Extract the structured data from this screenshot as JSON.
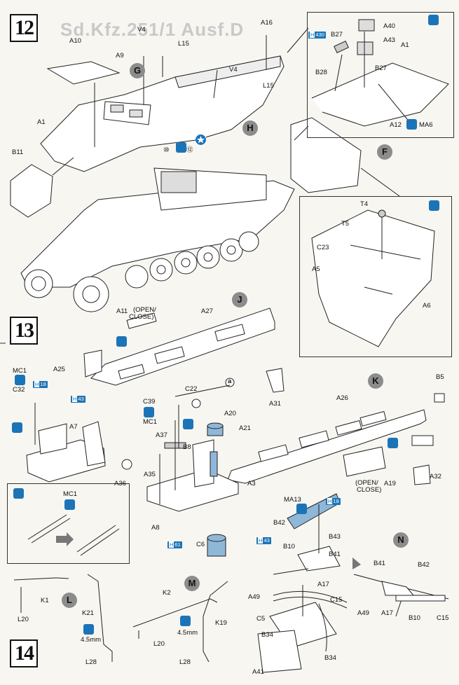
{
  "steps": {
    "s12": "12",
    "s13": "13",
    "s14": "14"
  },
  "header": {
    "watermark_text": "Sd.Kfz.251/1 Ausf.D"
  },
  "colors": {
    "accent_blue": "#1c74b8",
    "circle_grey": "#8c8c8c",
    "panel_bg": "#fbfaf6"
  },
  "callouts": {
    "G": "G",
    "H": "H",
    "F": "F",
    "J": "J",
    "K": "K",
    "L": "L",
    "M": "M",
    "N": "N",
    "a": "a"
  },
  "step12": {
    "labels": {
      "A10": "A10",
      "A9": "A9",
      "V4a": "V4",
      "L15a": "L15",
      "A16": "A16",
      "V4b": "V4",
      "L15b": "L15",
      "A1": "A1",
      "B11": "B11",
      "n10": "⑩",
      "n12": "⑫"
    },
    "inset_top": {
      "labels": {
        "A40": "A40",
        "B27a": "B27",
        "A43": "A43",
        "A1": "A1",
        "B28": "B28",
        "B27b": "B27",
        "A12": "A12",
        "MA6": "MA6"
      },
      "color_code": "430"
    },
    "inset_bottom": {
      "labels": {
        "T4": "T4",
        "T5": "T5",
        "C23": "C23",
        "A5": "A5",
        "A6": "A6"
      }
    }
  },
  "step13": {
    "labels": {
      "A11": "A11",
      "open_close_1": "(OPEN/",
      "open_close_2": "CLOSE)",
      "A27": "A27",
      "MC1a": "MC1",
      "C32": "C32",
      "A25": "A25",
      "A7": "A7",
      "C22": "C22",
      "C39": "C39",
      "MC1b": "MC1",
      "A20": "A20",
      "A21": "A21",
      "A37": "A37",
      "B8": "B8",
      "A31": "A31",
      "A36": "A36",
      "A35": "A35",
      "A3": "A3",
      "A8": "A8",
      "C6": "C6",
      "B5": "B5",
      "A26": "A26",
      "open_close_3": "(OPEN/",
      "open_close_4": "CLOSE)",
      "A19": "A19",
      "A32": "A32",
      "MA13": "MA13",
      "B42": "B42",
      "B43": "B43",
      "B10": "B10",
      "B41": "B41",
      "MC1c": "MC1"
    },
    "codes": {
      "c18a": "18",
      "c37a": "43",
      "c79": "61",
      "c18b": "18",
      "c37b": "43"
    }
  },
  "step14": {
    "labels": {
      "K1": "K1",
      "L20a": "L20",
      "K21": "K21",
      "mm1": "4.5mm",
      "L28a": "L28",
      "K2": "K2",
      "L20b": "L20",
      "K19": "K19",
      "mm2": "4.5mm",
      "L28b": "L28",
      "A49a": "A49",
      "A17a": "A17",
      "C15a": "C15",
      "C5": "C5",
      "B34a": "B34",
      "B34b": "B34",
      "A41": "A41",
      "B41": "B41",
      "B42": "B42",
      "A49b": "A49",
      "A17b": "A17",
      "B10": "B10",
      "C15b": "C15"
    }
  }
}
